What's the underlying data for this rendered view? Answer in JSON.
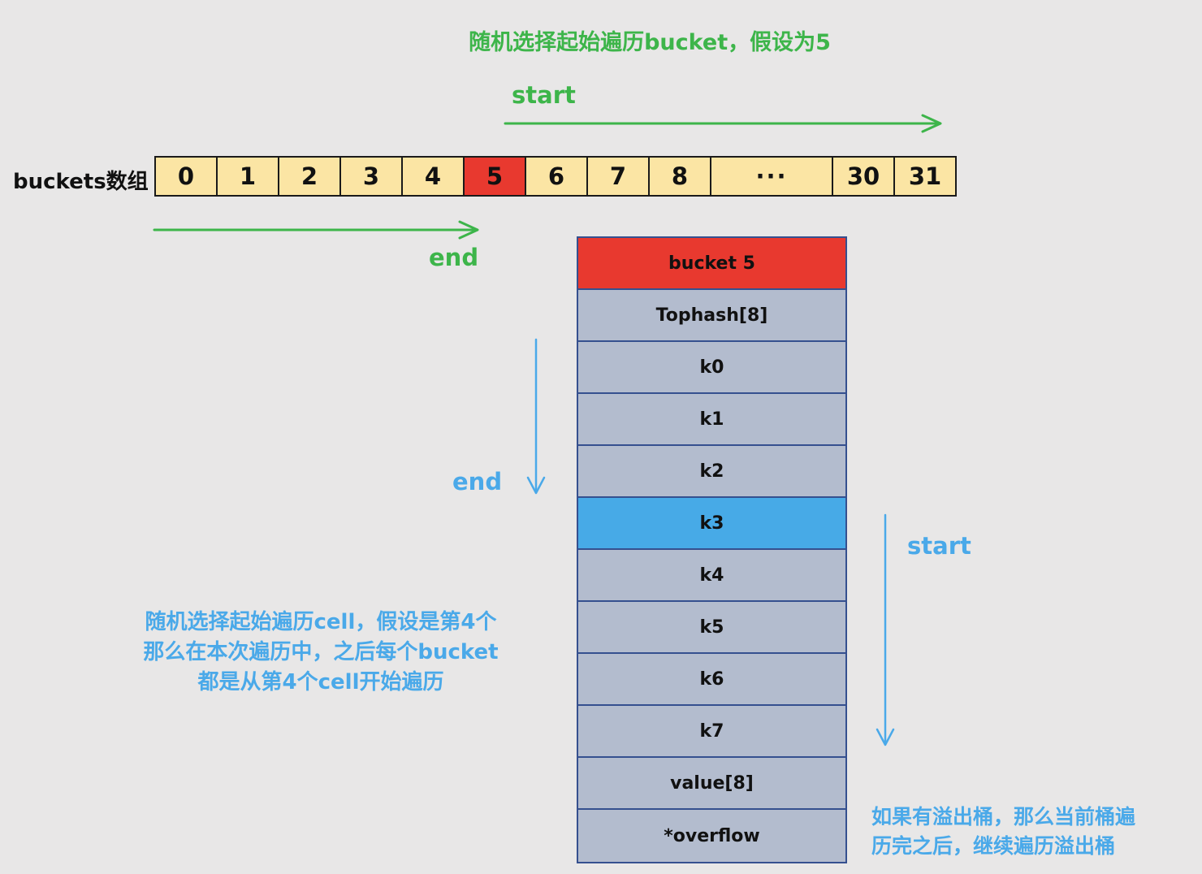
{
  "colors": {
    "bg": "#e8e7e7",
    "green": "#3db54a",
    "blue": "#4aa9e9",
    "red": "#e8392f",
    "yellow": "#fbe5a4",
    "gray_blue": "#b3bcce",
    "stack_border": "#35508f",
    "highlight_blue": "#47aae7"
  },
  "annotations": {
    "top_title": "随机选择起始遍历bucket，假设为5",
    "start_top_label": "start",
    "end_top_label": "end",
    "end_side_label": "end",
    "start_side_label": "start",
    "left_note": "随机选择起始遍历cell，假设是第4个\n那么在本次遍历中，之后每个bucket\n都是从第4个cell开始遍历",
    "bottom_right_note": "如果有溢出桶，那么当前桶遍\n历完之后，继续遍历溢出桶"
  },
  "buckets_array": {
    "label": "buckets数组",
    "cells": [
      "0",
      "1",
      "2",
      "3",
      "4",
      "5",
      "6",
      "7",
      "8",
      "···",
      "30",
      "31"
    ],
    "highlighted_index": 5
  },
  "bucket_struct": {
    "header": "bucket 5",
    "rows": [
      "Tophash[8]",
      "k0",
      "k1",
      "k2",
      "k3",
      "k4",
      "k5",
      "k6",
      "k7",
      "value[8]",
      "*overflow"
    ],
    "highlighted_row": "k3"
  }
}
